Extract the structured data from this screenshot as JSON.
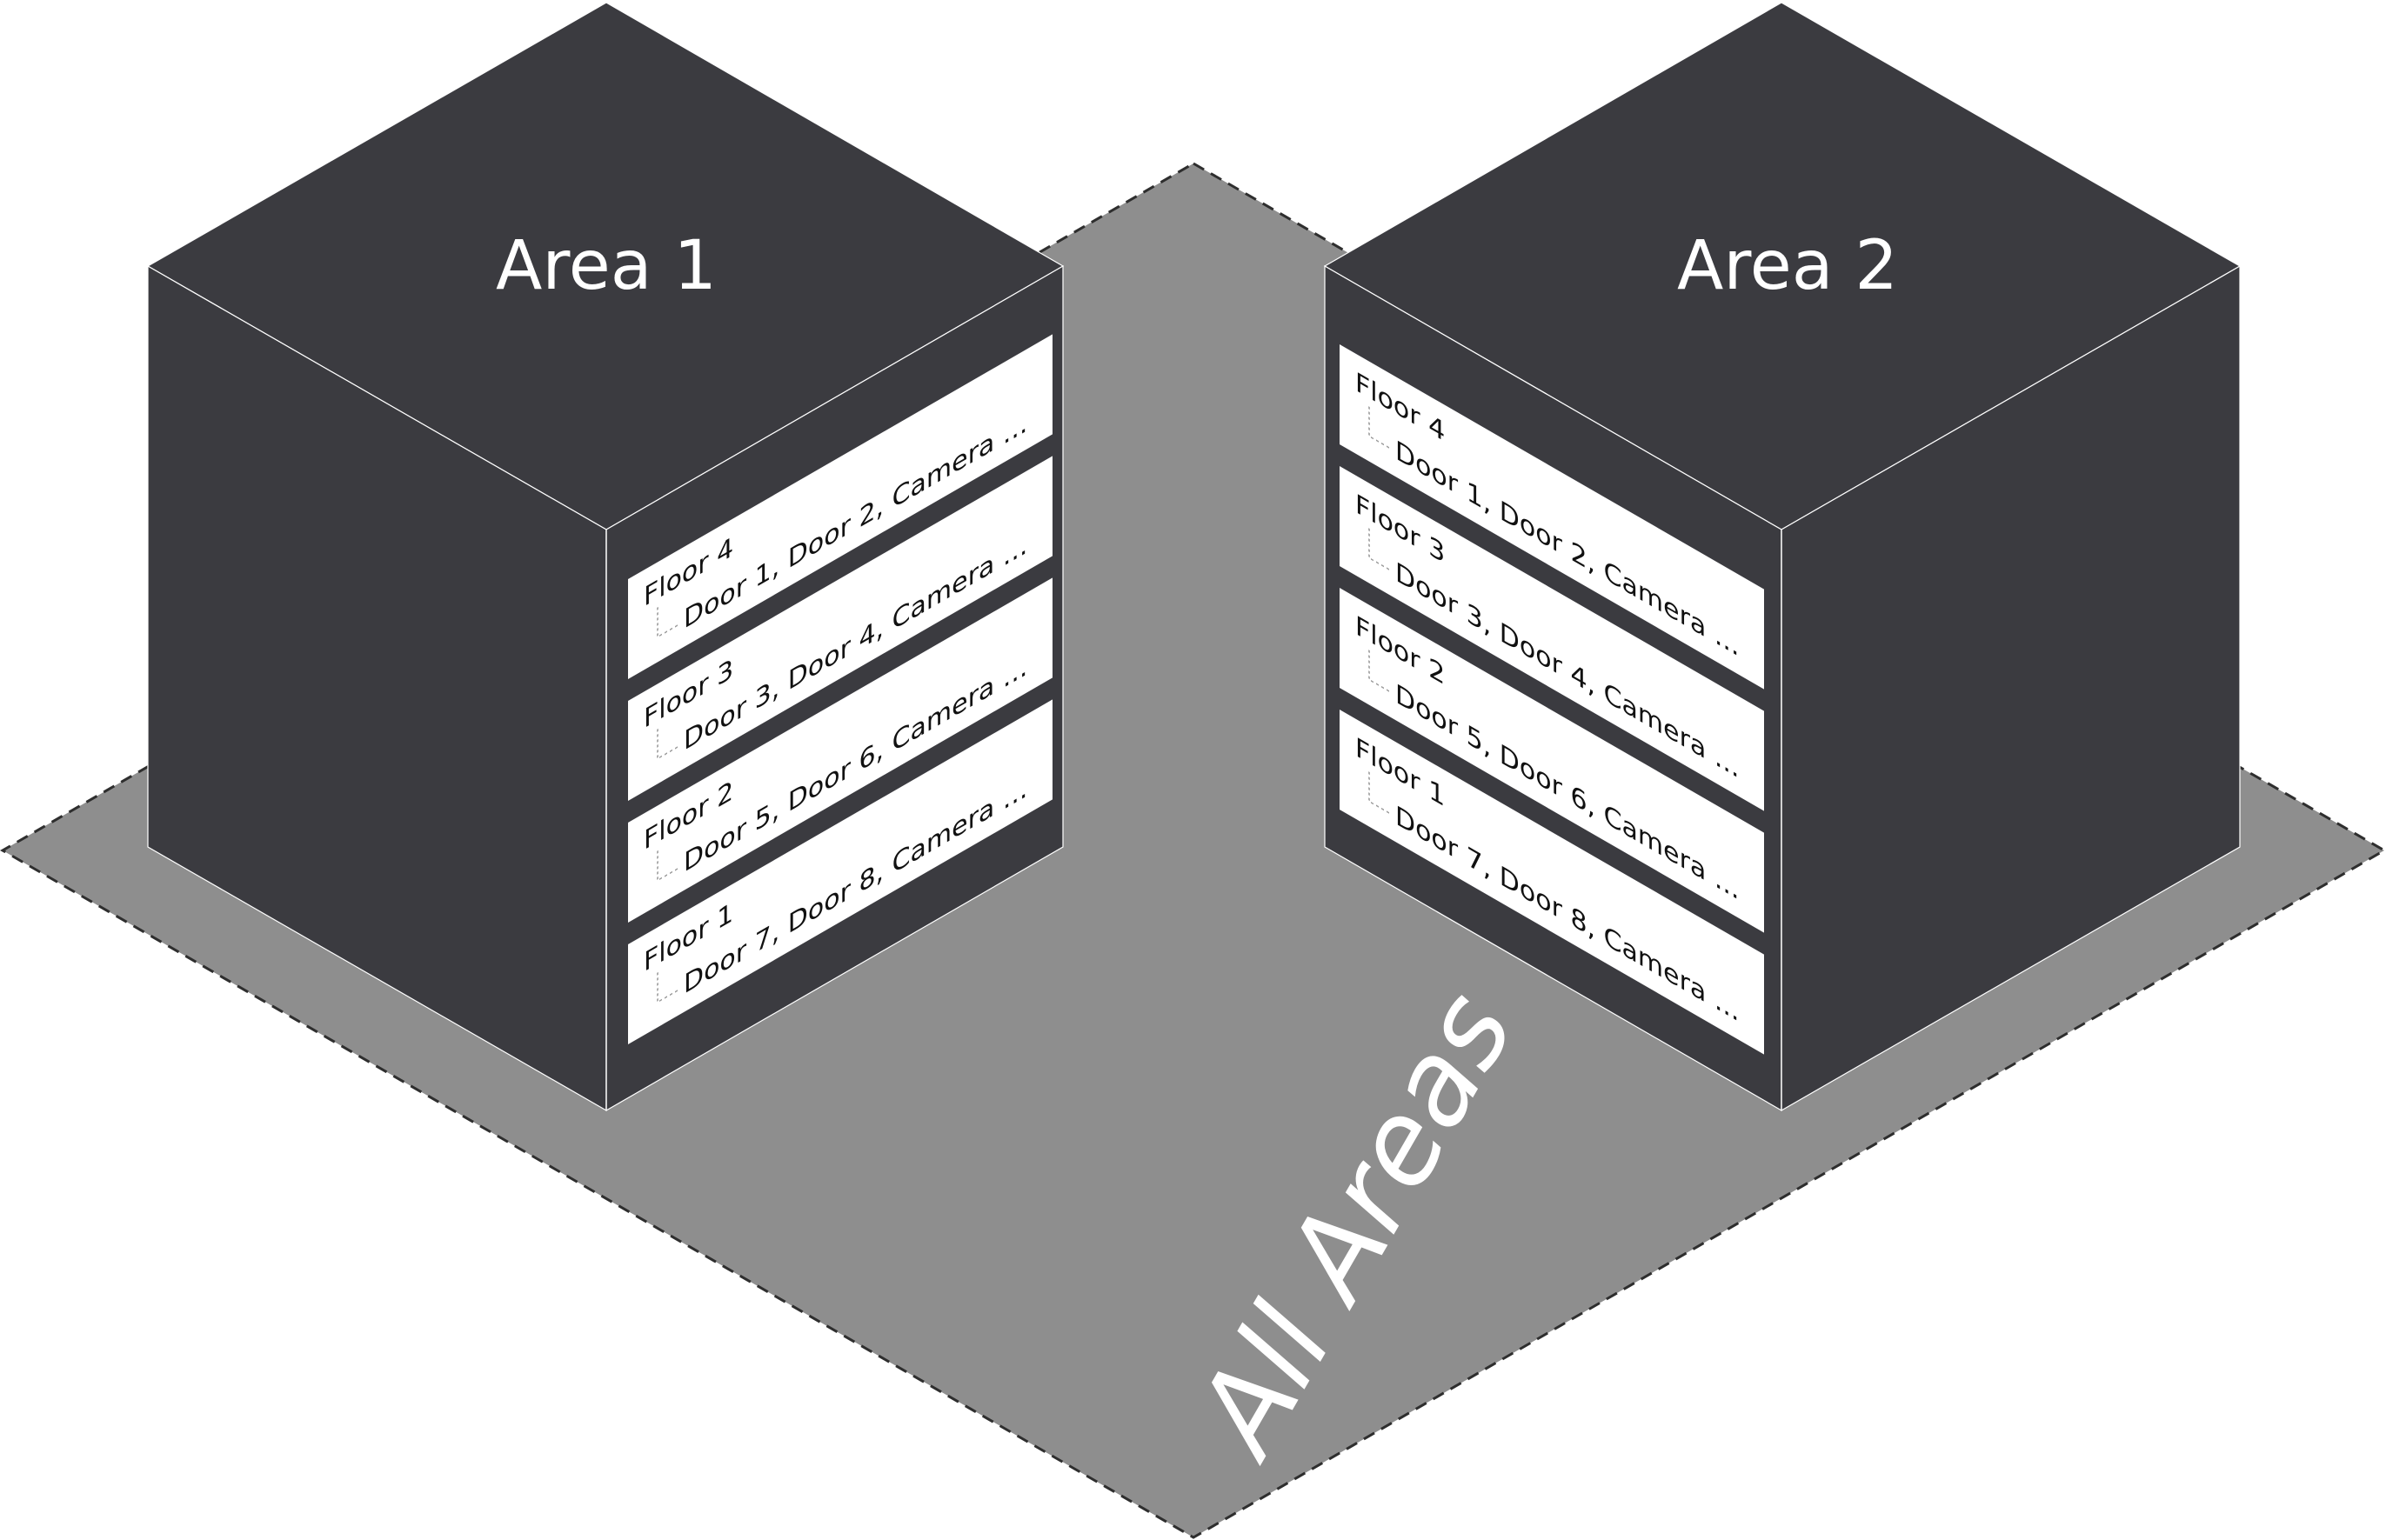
{
  "ground_label": "All Areas",
  "areas": [
    {
      "title": "Area 1",
      "floors": [
        {
          "label": "Floor 4",
          "devices": "Door 1, Door 2, Camera ..."
        },
        {
          "label": "Floor 3",
          "devices": "Door 3, Door 4, Camera ..."
        },
        {
          "label": "Floor 2",
          "devices": "Door 5, Door 6, Camera ..."
        },
        {
          "label": "Floor 1",
          "devices": "Door 7, Door 8, Camera ..."
        }
      ]
    },
    {
      "title": "Area 2",
      "floors": [
        {
          "label": "Floor 4",
          "devices": "Door 1, Door 2, Camera ..."
        },
        {
          "label": "Floor 3",
          "devices": "Door 3, Door 4, Camera ..."
        },
        {
          "label": "Floor 2",
          "devices": "Door 5, Door 6, Camera ..."
        },
        {
          "label": "Floor 1",
          "devices": "Door 7, Door 8, Camera ..."
        }
      ]
    }
  ],
  "colors": {
    "building": "#3b3b40",
    "ground": "#8e8e8e",
    "panel": "#ffffff",
    "label_light": "#ffffff",
    "label_dark": "#111111"
  }
}
